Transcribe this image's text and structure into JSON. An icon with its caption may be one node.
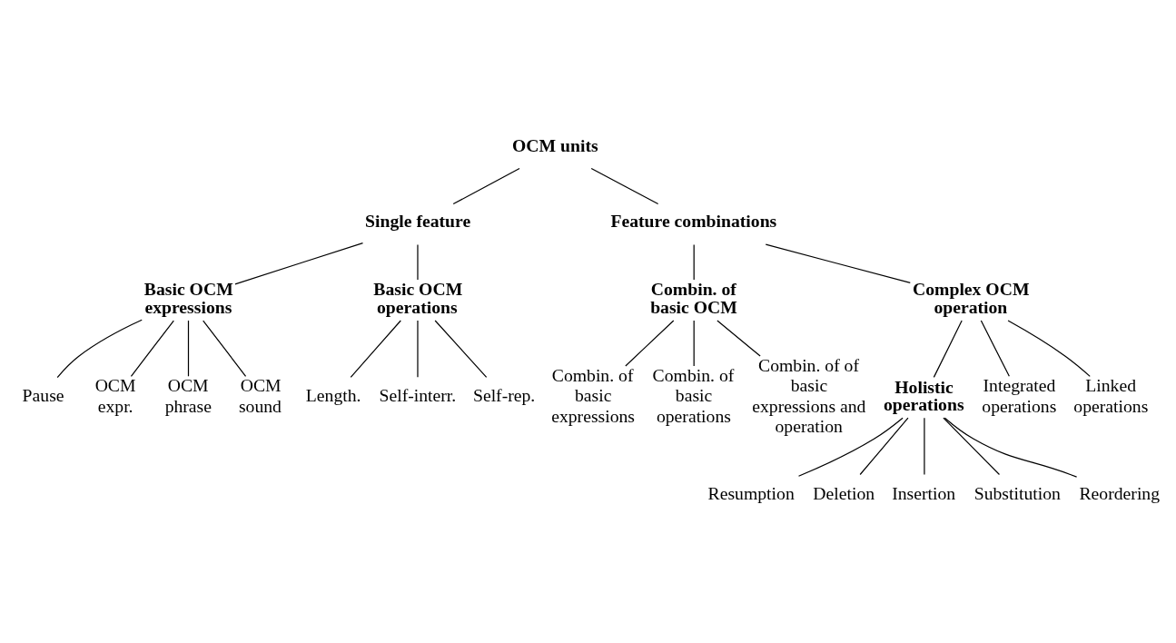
{
  "diagram": {
    "nodes": [
      {
        "text": [
          "OCM units"
        ]
      },
      {
        "text": [
          "Single feature"
        ]
      },
      {
        "text": [
          "Feature combinations"
        ]
      },
      {
        "text": [
          "Basic OCM expressions"
        ]
      },
      {
        "text": [
          "Basic OCM operations"
        ]
      },
      {
        "text": [
          "Pause"
        ]
      },
      {
        "text": [
          "OCM expr."
        ]
      },
      {
        "text": [
          "OCM phrase"
        ]
      },
      {
        "text": [
          "OCM sound"
        ]
      },
      {
        "text": [
          "Length."
        ]
      },
      {
        "text": [
          "Self-interr."
        ]
      },
      {
        "text": [
          "Self-rep."
        ]
      },
      {
        "text": [
          "Combin. of basic OCM"
        ]
      },
      {
        "text": [
          "Complex OCM operation"
        ]
      },
      {
        "text": [
          "Combin. of basic expressions"
        ]
      },
      {
        "text": [
          "Combin. of basic operations"
        ]
      },
      {
        "text": [
          "Combin. of of basic expressions and operation"
        ]
      },
      {
        "text": [
          "Holistic operations"
        ]
      },
      {
        "text": [
          "Integrated operations"
        ]
      },
      {
        "text": [
          "Linked operations"
        ]
      },
      {
        "text": [
          "Resumption"
        ]
      },
      {
        "text": [
          "Deletion"
        ]
      },
      {
        "text": [
          "Insertion"
        ]
      },
      {
        "text": [
          "Substitution"
        ]
      },
      {
        "text": [
          "Reordering"
        ]
      }
    ],
    "edges": [
      {
        "from": 0,
        "to": 1,
        "arrow": "none"
      },
      {
        "from": 0,
        "to": 2,
        "arrow": "none"
      },
      {
        "from": 1,
        "to": 3,
        "arrow": "none"
      },
      {
        "from": 1,
        "to": 4,
        "arrow": "none"
      },
      {
        "from": 2,
        "to": 12,
        "arrow": "none"
      },
      {
        "from": 2,
        "to": 13,
        "arrow": "none"
      },
      {
        "from": 3,
        "to": 5,
        "arrow": "none"
      },
      {
        "from": 3,
        "to": 6,
        "arrow": "none"
      },
      {
        "from": 3,
        "to": 7,
        "arrow": "none"
      },
      {
        "from": 3,
        "to": 8,
        "arrow": "none"
      },
      {
        "from": 4,
        "to": 9,
        "arrow": "none"
      },
      {
        "from": 4,
        "to": 10,
        "arrow": "none"
      },
      {
        "from": 4,
        "to": 11,
        "arrow": "none"
      },
      {
        "from": 12,
        "to": 14,
        "arrow": "none"
      },
      {
        "from": 12,
        "to": 15,
        "arrow": "none"
      },
      {
        "from": 12,
        "to": 16,
        "arrow": "none"
      },
      {
        "from": 13,
        "to": 17,
        "arrow": "none"
      },
      {
        "from": 13,
        "to": 18,
        "arrow": "none"
      },
      {
        "from": 13,
        "to": 19,
        "arrow": "none"
      },
      {
        "from": 17,
        "to": 20,
        "arrow": "none"
      },
      {
        "from": 17,
        "to": 21,
        "arrow": "none"
      },
      {
        "from": 17,
        "to": 22,
        "arrow": "none"
      },
      {
        "from": 17,
        "to": 23,
        "arrow": "none"
      },
      {
        "from": 17,
        "to": 24,
        "arrow": "none"
      }
    ]
  }
}
